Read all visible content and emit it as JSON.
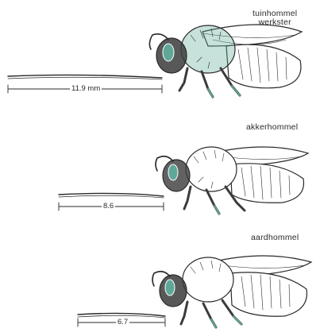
{
  "colors": {
    "ink": "#2a2a2a",
    "shade": "#3b3b3b",
    "accent": "#5fa898",
    "paper": "#ffffff"
  },
  "bees": [
    {
      "species": "tuinhommel",
      "caste": "werkster",
      "tongue_length": "11.9 mm"
    },
    {
      "species": "akkerhommel",
      "caste": "",
      "tongue_length": "8.6"
    },
    {
      "species": "aardhommel",
      "caste": "",
      "tongue_length": "6.7"
    }
  ]
}
